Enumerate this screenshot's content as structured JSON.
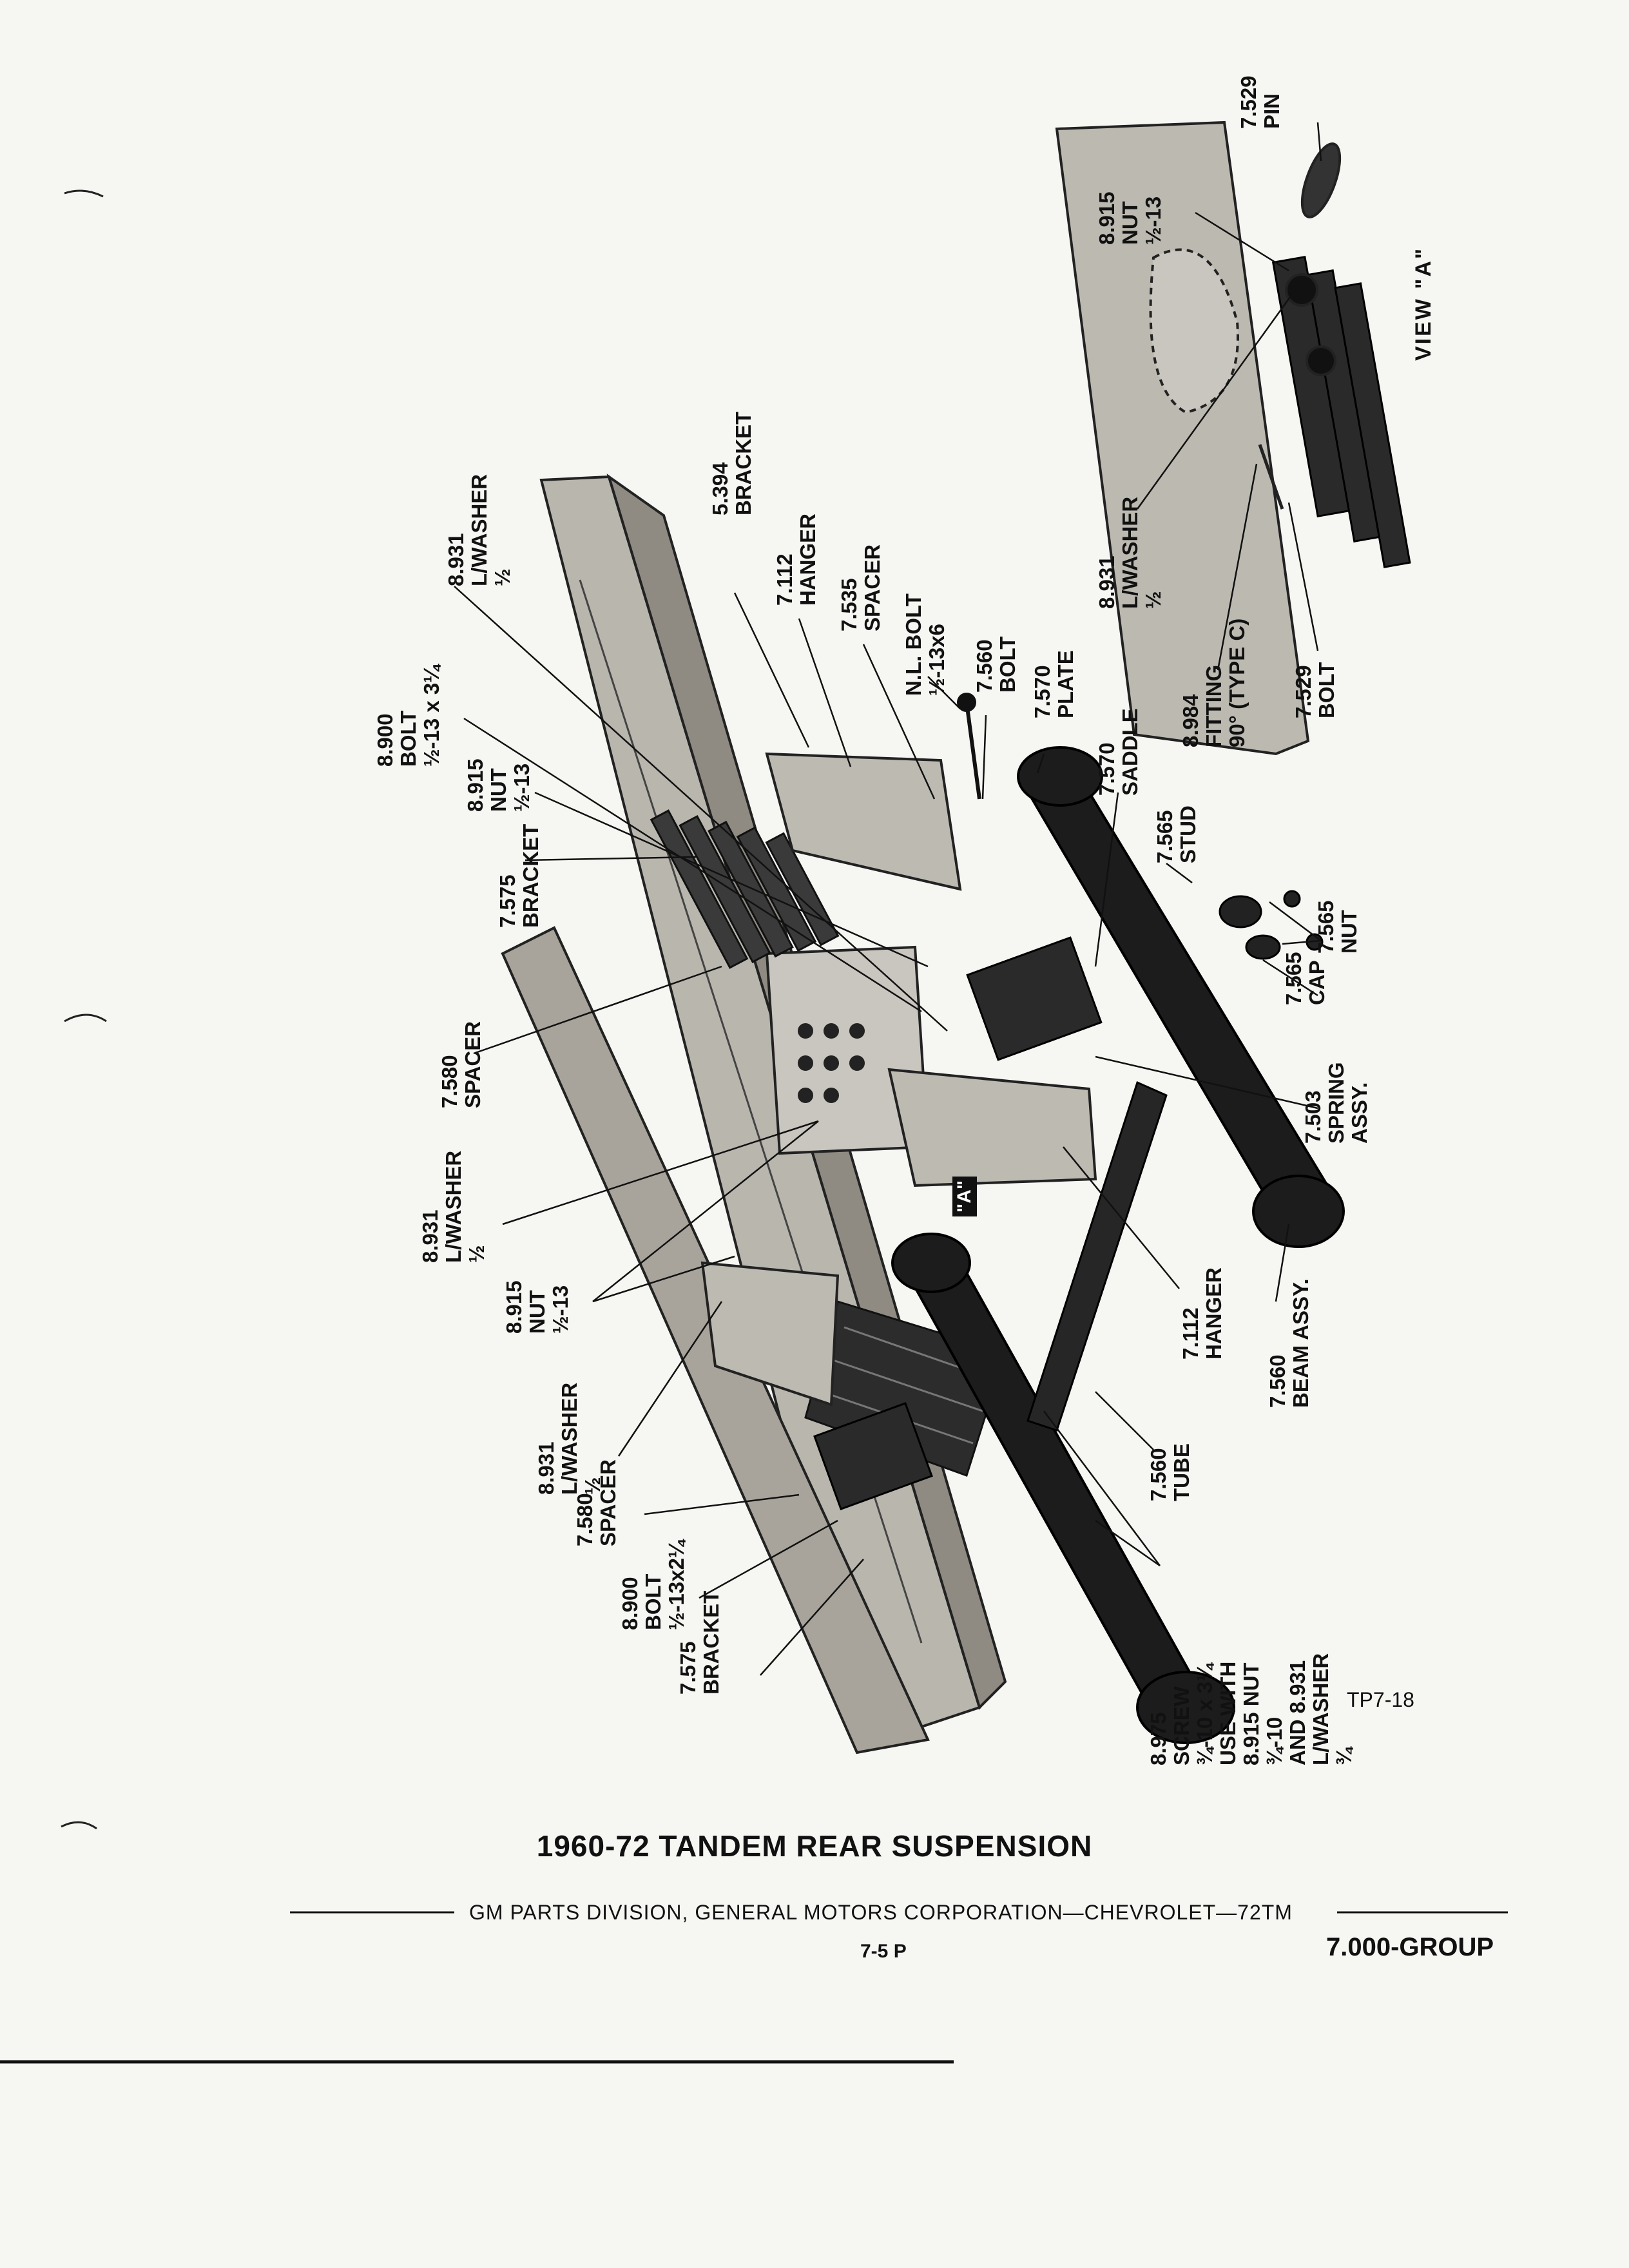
{
  "title": "1960-72 TANDEM REAR SUSPENSION",
  "figure_id": "TP7-18",
  "footer": {
    "text": "GM PARTS DIVISION, GENERAL MOTORS CORPORATION—CHEVROLET—72TM",
    "page": "7-5 P",
    "group": "7.000-GROUP"
  },
  "view_label": "VIEW \"A\"",
  "view_flag": "\"A\"",
  "callouts": [
    {
      "id": "c01",
      "lines": [
        "8.931",
        "L/WASHER",
        "½"
      ]
    },
    {
      "id": "c02",
      "lines": [
        "5.394",
        "BRACKET"
      ]
    },
    {
      "id": "c03",
      "lines": [
        "7.112",
        "HANGER"
      ]
    },
    {
      "id": "c04",
      "lines": [
        "7.535",
        "SPACER"
      ]
    },
    {
      "id": "c05",
      "lines": [
        "N.L. BOLT",
        "½-13x6"
      ]
    },
    {
      "id": "c06",
      "lines": [
        "7.560",
        "BOLT"
      ]
    },
    {
      "id": "c07",
      "lines": [
        "7.570",
        "PLATE"
      ]
    },
    {
      "id": "c08",
      "lines": [
        "7.570",
        "SADDLE"
      ]
    },
    {
      "id": "c09",
      "lines": [
        "7.565",
        "STUD"
      ]
    },
    {
      "id": "c10",
      "lines": [
        "8.900",
        "BOLT",
        "½-13 x 3¼"
      ]
    },
    {
      "id": "c11",
      "lines": [
        "8.915",
        "NUT",
        "½-13"
      ]
    },
    {
      "id": "c12",
      "lines": [
        "7.575",
        "BRACKET"
      ]
    },
    {
      "id": "c13",
      "lines": [
        "7.580",
        "SPACER"
      ]
    },
    {
      "id": "c14",
      "lines": [
        "8.931",
        "L/WASHER",
        "½"
      ]
    },
    {
      "id": "c15",
      "lines": [
        "8.915",
        "NUT",
        "½-13"
      ]
    },
    {
      "id": "c16",
      "lines": [
        "8.931",
        "L/WASHER",
        "½"
      ]
    },
    {
      "id": "c17",
      "lines": [
        "7.580",
        "SPACER"
      ]
    },
    {
      "id": "c18",
      "lines": [
        "8.900",
        "BOLT",
        "½-13x2¼"
      ]
    },
    {
      "id": "c19",
      "lines": [
        "7.575",
        "BRACKET"
      ]
    },
    {
      "id": "c20",
      "lines": [
        "7.565",
        "NUT"
      ]
    },
    {
      "id": "c21",
      "lines": [
        "7.565",
        "CAP"
      ]
    },
    {
      "id": "c22",
      "lines": [
        "7.503",
        "SPRING",
        "ASSY."
      ]
    },
    {
      "id": "c23",
      "lines": [
        "7.112",
        "HANGER"
      ]
    },
    {
      "id": "c24",
      "lines": [
        "7.560",
        "BEAM ASSY."
      ]
    },
    {
      "id": "c25",
      "lines": [
        "7.560",
        "TUBE"
      ]
    },
    {
      "id": "c26",
      "lines": [
        "8.975",
        "SCREW",
        "¾-10 x 3¼",
        "USE WITH",
        "8.915 NUT",
        "¾-10",
        "AND 8.931",
        "L/WASHER",
        "¾"
      ]
    },
    {
      "id": "c27",
      "lines": [
        "7.529",
        "PIN"
      ]
    },
    {
      "id": "c28",
      "lines": [
        "8.915",
        "NUT",
        "½-13"
      ]
    },
    {
      "id": "c29",
      "lines": [
        "8.931",
        "L/WASHER",
        "½"
      ]
    },
    {
      "id": "c30",
      "lines": [
        "8.984",
        "FITTING",
        "90° (TYPE C)"
      ]
    },
    {
      "id": "c31",
      "lines": [
        "7.529",
        "BOLT"
      ]
    }
  ]
}
